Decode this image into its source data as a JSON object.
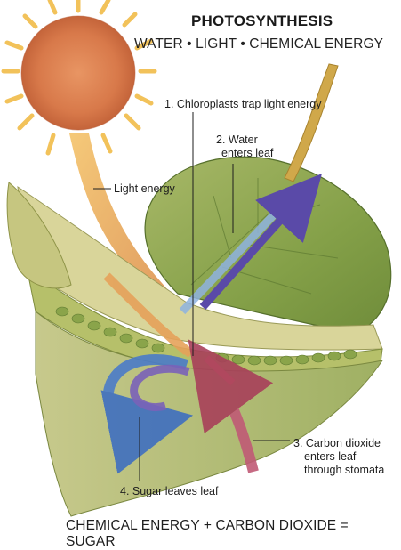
{
  "header": {
    "title": "PHOTOSYNTHESIS",
    "subtitle": "WATER • LIGHT • CHEMICAL ENERGY"
  },
  "labels": {
    "light_energy": "Light energy",
    "step1": "1. Chloroplasts trap light energy",
    "step2_line1": "2. Water",
    "step2_line2": "enters leaf",
    "step3_line1": "3. Carbon dioxide",
    "step3_line2": "enters leaf",
    "step3_line3": "through stomata",
    "step4": "4. Sugar leaves leaf"
  },
  "footer": {
    "equation": "CHEMICAL ENERGY + CARBON DIOXIDE = SUGAR"
  },
  "colors": {
    "sun": "#d8794a",
    "sun_rays": "#f2c25a",
    "leaf": "#8da44e",
    "leaf_dark": "#5f7a33",
    "cross_section": "#c9cf86",
    "water_arrow": "#6a5fb0",
    "light_arrow": "#e6a25a",
    "co2_arrow": "#b0485e",
    "sugar_arrow": "#4b7cc8"
  }
}
